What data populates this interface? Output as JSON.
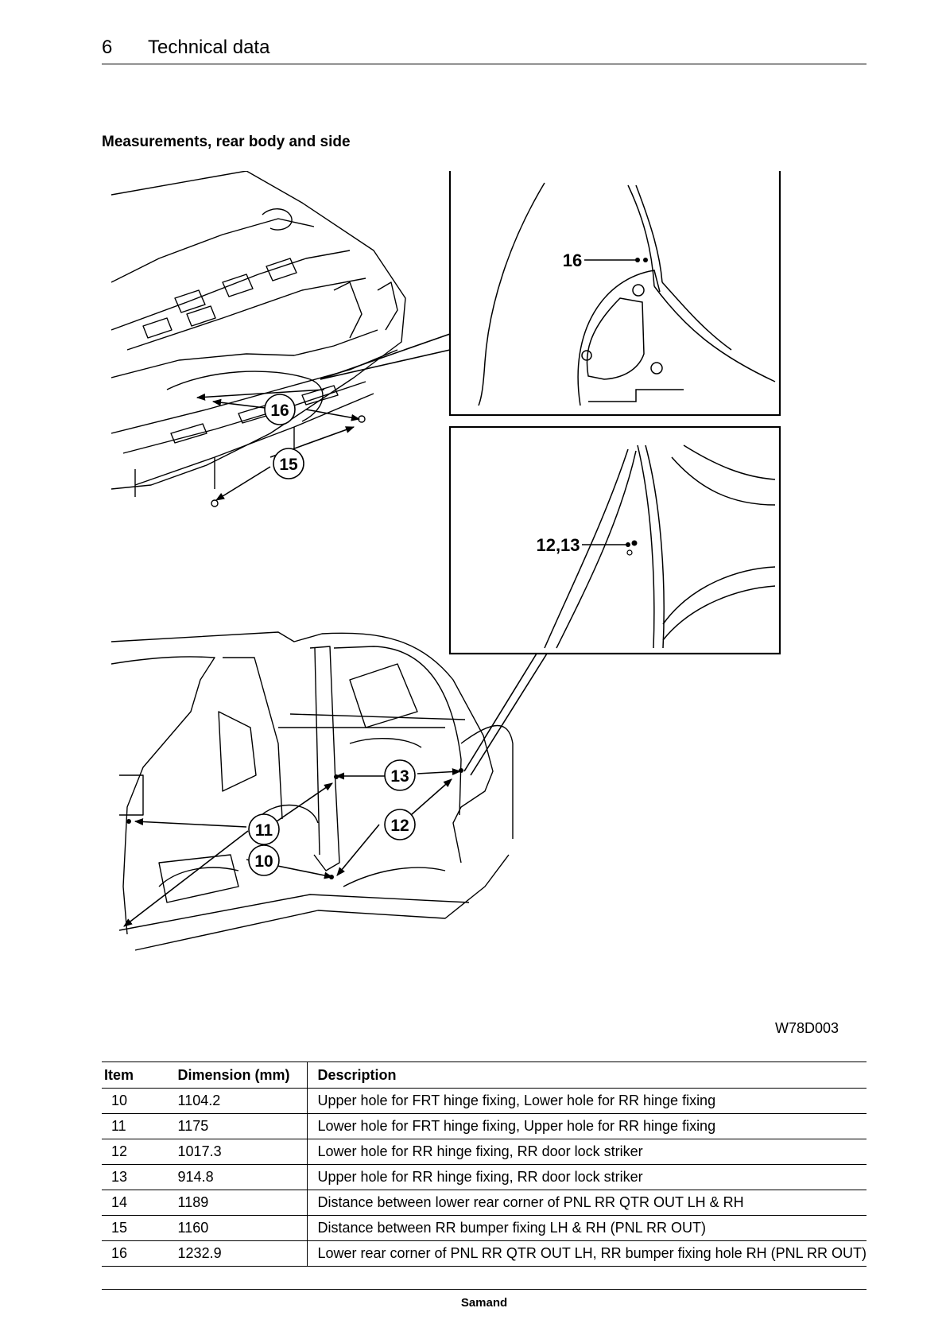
{
  "header": {
    "page_number": "6",
    "chapter": "Technical data"
  },
  "section_title": "Measurements, rear body and side",
  "figure": {
    "code": "W78D003",
    "callouts": {
      "c16": "16",
      "c15": "15",
      "c16_detail": "16",
      "c12_13_detail": "12,13",
      "c13": "13",
      "c12": "12",
      "c11": "11",
      "c10": "10"
    }
  },
  "table": {
    "headers": {
      "item": "Item",
      "dimension": "Dimension (mm)",
      "description": "Description"
    },
    "rows": [
      {
        "item": "10",
        "dimension": "1104.2",
        "description": "Upper hole for FRT hinge fixing, Lower hole for RR hinge fixing"
      },
      {
        "item": "11",
        "dimension": "1175",
        "description": "Lower hole for FRT hinge fixing, Upper hole for RR hinge fixing"
      },
      {
        "item": "12",
        "dimension": "1017.3",
        "description": "Lower hole for RR hinge fixing, RR door lock striker"
      },
      {
        "item": "13",
        "dimension": "914.8",
        "description": "Upper hole for RR hinge fixing, RR door lock striker"
      },
      {
        "item": "14",
        "dimension": "1189",
        "description": "Distance between lower rear corner of PNL RR QTR OUT LH & RH"
      },
      {
        "item": "15",
        "dimension": "1160",
        "description": "Distance between RR bumper fixing LH & RH (PNL RR OUT)"
      },
      {
        "item": "16",
        "dimension": "1232.9",
        "description": "Lower rear corner of PNL RR QTR OUT LH, RR bumper fixing hole RH (PNL RR OUT)"
      }
    ]
  },
  "footer": {
    "brand": "Samand"
  }
}
